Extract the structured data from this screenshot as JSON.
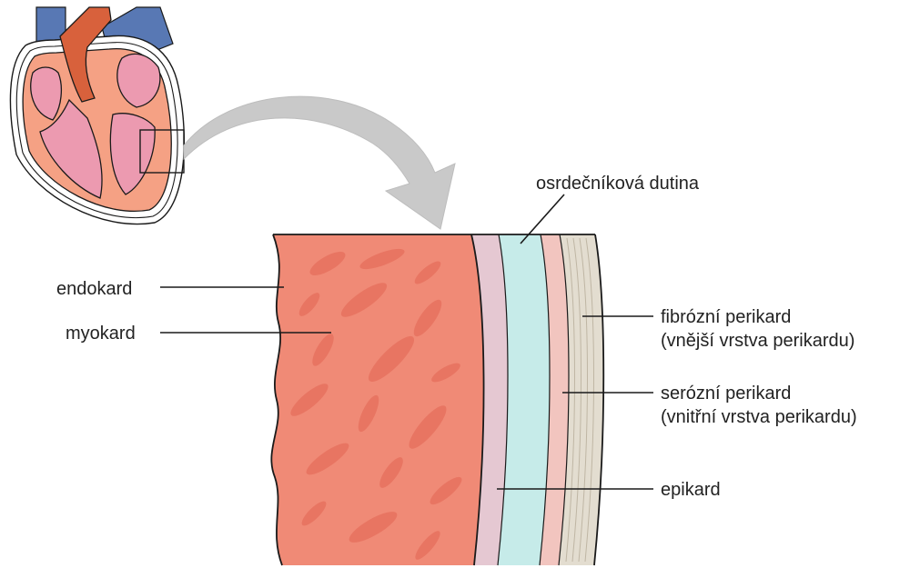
{
  "labels": {
    "pericardial_cavity": "osrdečníková dutina",
    "endocardium": "endokard",
    "myocardium": "myokard",
    "fibrous_pericardium_1": "fibrózní perikard",
    "fibrous_pericardium_2": "(vnější vrstva perikardu)",
    "serous_pericardium_1": "serózní perikard",
    "serous_pericardium_2": "(vnitřní vrstva perikardu)",
    "epicardium": "epikard"
  },
  "colors": {
    "myocardium": "#f08a76",
    "myocardium_texture": "#e87562",
    "epicardium_layer": "#e5c8d2",
    "pericardial_cavity_layer": "#c6ebe9",
    "serous_parietal_layer": "#f2c5bf",
    "fibrous_layer": "#e3ddd0",
    "heart_outer": "#f5a184",
    "heart_chamber": "#ec9ab0",
    "vein_blue": "#5878b4",
    "artery_red": "#d8613c",
    "arrow_gray": "#c9c9c9"
  }
}
